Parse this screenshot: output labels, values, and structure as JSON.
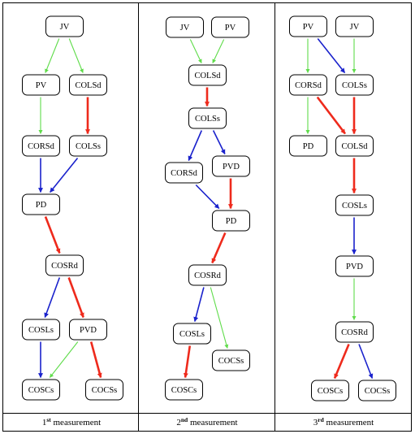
{
  "colors": {
    "green": "#5fdc4a",
    "red": "#ee2a1c",
    "blue": "#1a22cc"
  },
  "panels": [
    {
      "caption": {
        "num": "1",
        "sup": "st",
        "text": " measurement"
      },
      "nodes": [
        {
          "id": "p1_JV",
          "label": "JV"
        },
        {
          "id": "p1_PV",
          "label": "PV"
        },
        {
          "id": "p1_COLSd",
          "label": "COLSd"
        },
        {
          "id": "p1_CORSd",
          "label": "CORSd"
        },
        {
          "id": "p1_COLSs",
          "label": "COLSs"
        },
        {
          "id": "p1_PD",
          "label": "PD"
        },
        {
          "id": "p1_COSRd",
          "label": "COSRd"
        },
        {
          "id": "p1_COSLs",
          "label": "COSLs"
        },
        {
          "id": "p1_PVD",
          "label": "PVD"
        },
        {
          "id": "p1_COSCs",
          "label": "COSCs"
        },
        {
          "id": "p1_COCSs",
          "label": "COCSs"
        }
      ],
      "edges": [
        {
          "from": "p1_JV",
          "to": "p1_PV",
          "color": "green"
        },
        {
          "from": "p1_JV",
          "to": "p1_COLSd",
          "color": "green"
        },
        {
          "from": "p1_PV",
          "to": "p1_CORSd",
          "color": "green"
        },
        {
          "from": "p1_COLSd",
          "to": "p1_COLSs",
          "color": "red"
        },
        {
          "from": "p1_CORSd",
          "to": "p1_PD",
          "color": "blue"
        },
        {
          "from": "p1_COLSs",
          "to": "p1_PD",
          "color": "blue"
        },
        {
          "from": "p1_PD",
          "to": "p1_COSRd",
          "color": "red"
        },
        {
          "from": "p1_COSRd",
          "to": "p1_COSLs",
          "color": "blue"
        },
        {
          "from": "p1_COSRd",
          "to": "p1_PVD",
          "color": "red"
        },
        {
          "from": "p1_COSLs",
          "to": "p1_COSCs",
          "color": "blue"
        },
        {
          "from": "p1_PVD",
          "to": "p1_COSCs",
          "color": "green"
        },
        {
          "from": "p1_PVD",
          "to": "p1_COCSs",
          "color": "red"
        }
      ]
    },
    {
      "caption": {
        "num": "2",
        "sup": "nd",
        "text": " measurement"
      },
      "nodes": [
        {
          "id": "p2_JV",
          "label": "JV"
        },
        {
          "id": "p2_PV",
          "label": "PV"
        },
        {
          "id": "p2_COLSd",
          "label": "COLSd"
        },
        {
          "id": "p2_COLSs",
          "label": "COLSs"
        },
        {
          "id": "p2_CORSd",
          "label": "CORSd"
        },
        {
          "id": "p2_PVD",
          "label": "PVD"
        },
        {
          "id": "p2_PD",
          "label": "PD"
        },
        {
          "id": "p2_COSRd",
          "label": "COSRd"
        },
        {
          "id": "p2_COSLs",
          "label": "COSLs"
        },
        {
          "id": "p2_COCSs",
          "label": "COCSs"
        },
        {
          "id": "p2_COSCs",
          "label": "COSCs"
        }
      ],
      "edges": [
        {
          "from": "p2_JV",
          "to": "p2_COLSd",
          "color": "green"
        },
        {
          "from": "p2_PV",
          "to": "p2_COLSd",
          "color": "green"
        },
        {
          "from": "p2_COLSd",
          "to": "p2_COLSs",
          "color": "red"
        },
        {
          "from": "p2_COLSs",
          "to": "p2_CORSd",
          "color": "blue"
        },
        {
          "from": "p2_COLSs",
          "to": "p2_PVD",
          "color": "blue"
        },
        {
          "from": "p2_CORSd",
          "to": "p2_PD",
          "color": "blue"
        },
        {
          "from": "p2_PVD",
          "to": "p2_PD",
          "color": "red"
        },
        {
          "from": "p2_PD",
          "to": "p2_COSRd",
          "color": "red"
        },
        {
          "from": "p2_COSRd",
          "to": "p2_COSLs",
          "color": "blue"
        },
        {
          "from": "p2_COSRd",
          "to": "p2_COCSs",
          "color": "green"
        },
        {
          "from": "p2_COSLs",
          "to": "p2_COSCs",
          "color": "red"
        }
      ]
    },
    {
      "caption": {
        "num": "3",
        "sup": "rd",
        "text": " measurement"
      },
      "nodes": [
        {
          "id": "p3_PV",
          "label": "PV"
        },
        {
          "id": "p3_JV",
          "label": "JV"
        },
        {
          "id": "p3_CORSd",
          "label": "CORSd"
        },
        {
          "id": "p3_COLSs",
          "label": "COLSs"
        },
        {
          "id": "p3_PD",
          "label": "PD"
        },
        {
          "id": "p3_COLSd",
          "label": "COLSd"
        },
        {
          "id": "p3_COSLs",
          "label": "COSLs"
        },
        {
          "id": "p3_PVD",
          "label": "PVD"
        },
        {
          "id": "p3_COSRd",
          "label": "COSRd"
        },
        {
          "id": "p3_COSCs",
          "label": "COSCs"
        },
        {
          "id": "p3_COCSs",
          "label": "COCSs"
        }
      ],
      "edges": [
        {
          "from": "p3_PV",
          "to": "p3_CORSd",
          "color": "green"
        },
        {
          "from": "p3_PV",
          "to": "p3_COLSs",
          "color": "blue"
        },
        {
          "from": "p3_JV",
          "to": "p3_COLSs",
          "color": "green"
        },
        {
          "from": "p3_CORSd",
          "to": "p3_PD",
          "color": "green"
        },
        {
          "from": "p3_CORSd",
          "to": "p3_COLSd",
          "color": "red"
        },
        {
          "from": "p3_COLSs",
          "to": "p3_COLSd",
          "color": "red"
        },
        {
          "from": "p3_COLSd",
          "to": "p3_COSLs",
          "color": "red"
        },
        {
          "from": "p3_COSLs",
          "to": "p3_PVD",
          "color": "blue"
        },
        {
          "from": "p3_PVD",
          "to": "p3_COSRd",
          "color": "green"
        },
        {
          "from": "p3_COSRd",
          "to": "p3_COSCs",
          "color": "red"
        },
        {
          "from": "p3_COSRd",
          "to": "p3_COCSs",
          "color": "blue"
        }
      ]
    }
  ]
}
